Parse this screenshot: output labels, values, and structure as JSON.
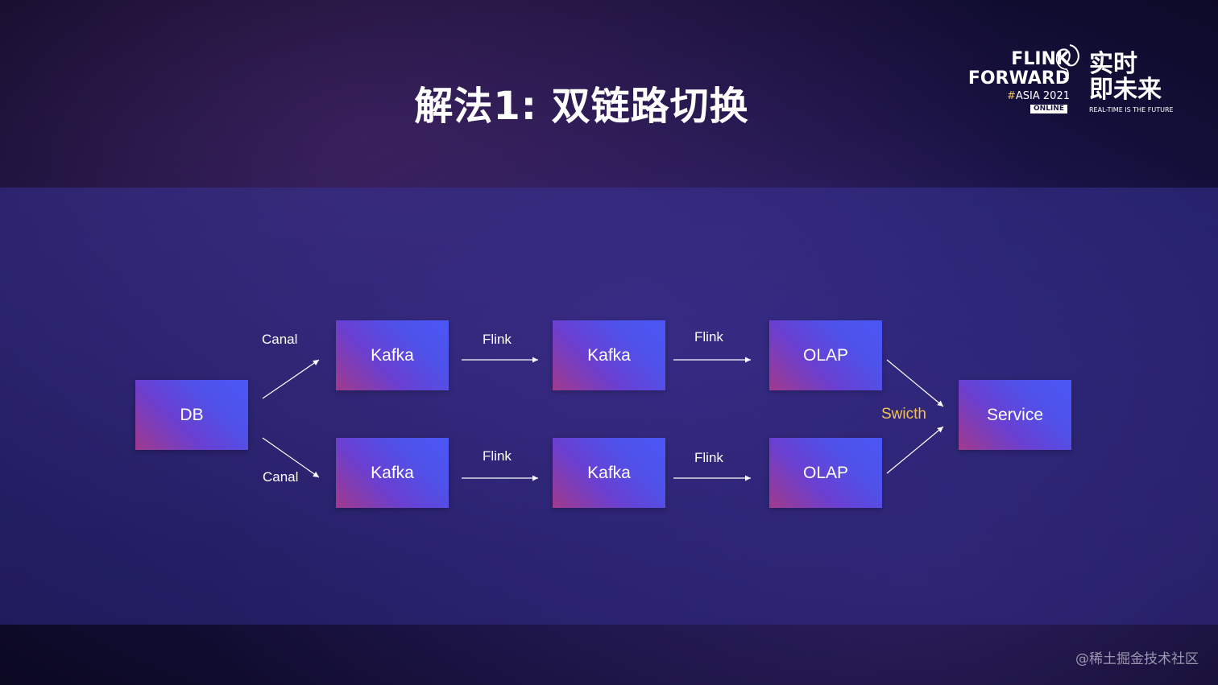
{
  "title": "解法1: 双链路切换",
  "logo": {
    "line1": "FLINK",
    "line2": "FORWARD",
    "hash": "#",
    "asia": "ASIA 2021",
    "online": "ONLINE",
    "realtime_cn_1": "实时",
    "realtime_cn_2": "即未来",
    "realtime_en": "REAL-TIME IS THE FUTURE"
  },
  "nodes": {
    "db": "DB",
    "kafka_top_1": "Kafka",
    "kafka_top_2": "Kafka",
    "olap_top": "OLAP",
    "kafka_bottom_1": "Kafka",
    "kafka_bottom_2": "Kafka",
    "olap_bottom": "OLAP",
    "service": "Service"
  },
  "edges": {
    "canal_top": "Canal",
    "canal_bottom": "Canal",
    "flink_top_1": "Flink",
    "flink_top_2": "Flink",
    "flink_bottom_1": "Flink",
    "flink_bottom_2": "Flink",
    "switch": "Swicth"
  },
  "watermark": "@稀土掘金技术社区",
  "colors": {
    "switch_label": "#f0c25a",
    "node_blue": "#4a57f5",
    "node_magenta": "#a13a8c"
  }
}
